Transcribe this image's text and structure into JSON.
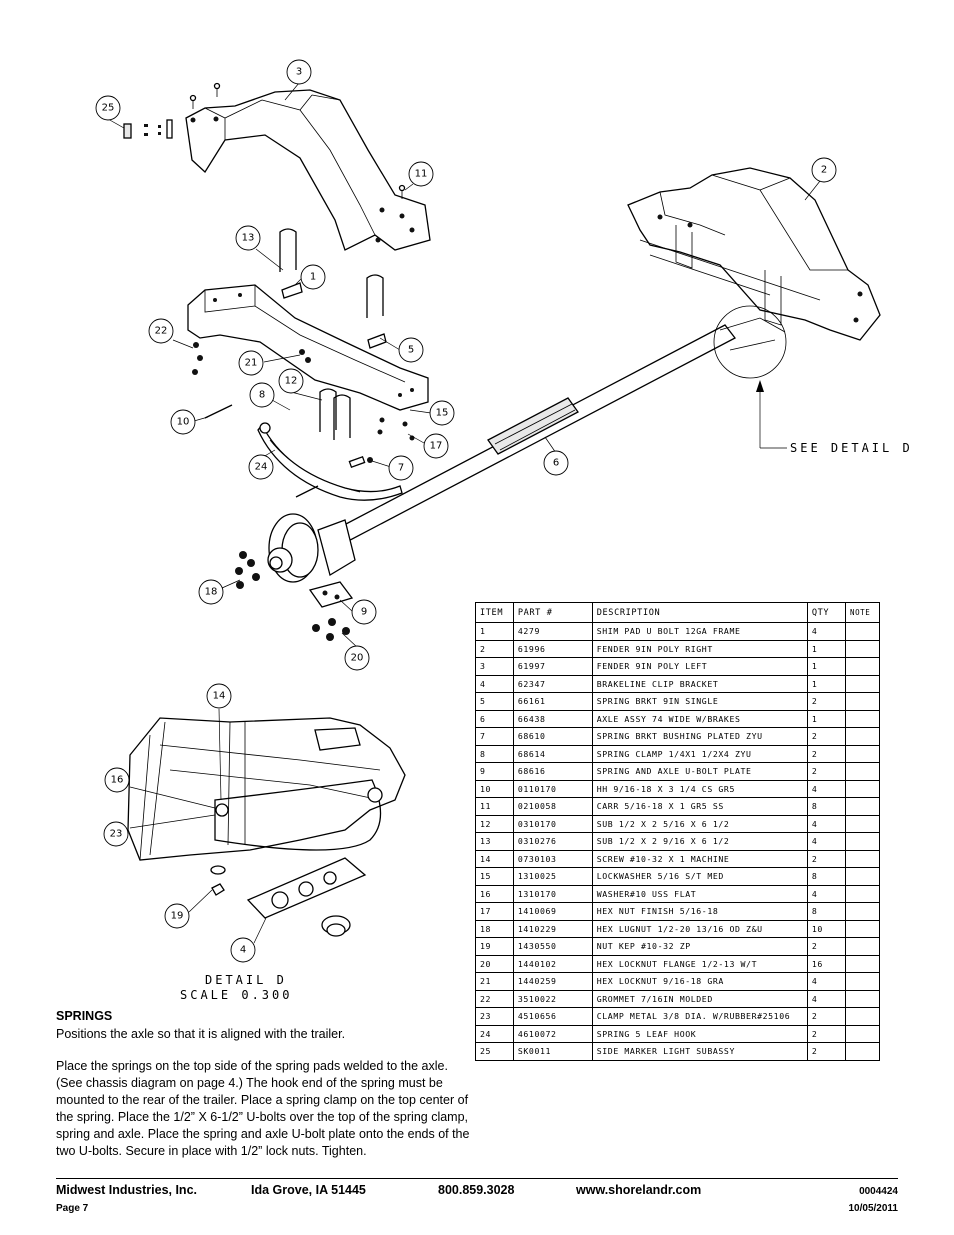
{
  "diagram": {
    "callouts": [
      "25",
      "3",
      "11",
      "2",
      "13",
      "1",
      "22",
      "5",
      "21",
      "12",
      "8",
      "10",
      "15",
      "17",
      "7",
      "24",
      "6",
      "18",
      "9",
      "20",
      "14",
      "16",
      "23",
      "19",
      "4"
    ],
    "see_detail": "SEE DETAIL  D",
    "detail_title": "DETAIL  D",
    "detail_scale": "SCALE  0.300"
  },
  "parts_table": {
    "headers": [
      "ITEM",
      "PART #",
      "DESCRIPTION",
      "QTY",
      "NOTE"
    ],
    "rows": [
      [
        "1",
        "4279",
        "SHIM PAD   U BOLT 12GA FRAME",
        "4",
        ""
      ],
      [
        "2",
        "61996",
        "FENDER  9IN POLY RIGHT",
        "1",
        ""
      ],
      [
        "3",
        "61997",
        "FENDER  9IN POLY LEFT",
        "1",
        ""
      ],
      [
        "4",
        "62347",
        "BRAKELINE CLIP BRACKET",
        "1",
        ""
      ],
      [
        "5",
        "66161",
        "SPRING BRKT   9IN SINGLE",
        "2",
        ""
      ],
      [
        "6",
        "66438",
        "AXLE ASSY 74 WIDE W/BRAKES",
        "1",
        ""
      ],
      [
        "7",
        "68610",
        "SPRING BRKT BUSHING PLATED ZYU",
        "2",
        ""
      ],
      [
        "8",
        "68614",
        "SPRING CLAMP   1/4X1 1/2X4  ZYU",
        "2",
        ""
      ],
      [
        "9",
        "68616",
        "SPRING AND AXLE U-BOLT PLATE",
        "2",
        ""
      ],
      [
        "10",
        "0110170",
        "HH 9/16-18 X 3 1/4 CS GR5",
        "4",
        ""
      ],
      [
        "11",
        "0210058",
        "CARR 5/16-18 X 1 GR5 SS",
        "8",
        ""
      ],
      [
        "12",
        "0310170",
        "SUB 1/2 X 2 5/16 X 6 1/2",
        "4",
        ""
      ],
      [
        "13",
        "0310276",
        "SUB 1/2 X 2 9/16 X 6 1/2",
        "4",
        ""
      ],
      [
        "14",
        "0730103",
        "SCREW #10-32 X 1 MACHINE",
        "2",
        ""
      ],
      [
        "15",
        "1310025",
        "LOCKWASHER 5/16 S/T MED",
        "8",
        ""
      ],
      [
        "16",
        "1310170",
        "WASHER#10 USS FLAT",
        "4",
        ""
      ],
      [
        "17",
        "1410069",
        "HEX NUT FINISH 5/16-18",
        "8",
        ""
      ],
      [
        "18",
        "1410229",
        "HEX LUGNUT 1/2-20 13/16 OD Z&U",
        "10",
        ""
      ],
      [
        "19",
        "1430550",
        "NUT KEP #10-32 ZP",
        "2",
        ""
      ],
      [
        "20",
        "1440102",
        "HEX LOCKNUT FLANGE 1/2-13 W/T",
        "16",
        ""
      ],
      [
        "21",
        "1440259",
        "HEX LOCKNUT 9/16-18 GRA",
        "4",
        ""
      ],
      [
        "22",
        "3510022",
        "GROMMET  7/16IN MOLDED",
        "4",
        ""
      ],
      [
        "23",
        "4510656",
        "CLAMP METAL 3/8 DIA. W/RUBBER#25106",
        "2",
        ""
      ],
      [
        "24",
        "4610072",
        "SPRING  5 LEAF HOOK",
        "2",
        ""
      ],
      [
        "25",
        "SK0011",
        "SIDE MARKER LIGHT SUBASSY",
        "2",
        ""
      ]
    ]
  },
  "springs": {
    "title": "SPRINGS",
    "intro": "Positions the axle so that it is aligned with the trailer.",
    "body": "Place  the springs on the top side of the spring pads welded to the axle. (See chassis diagram on page 4.) The hook end of the spring must be mounted to the rear of the trailer. Place a spring clamp on the top center of the spring. Place the 1/2” X 6-1/2” U-bolts over the top of the spring clamp, spring and axle. Place the spring and axle U-bolt plate onto the ends of the two U-bolts. Secure in place with 1/2” lock nuts. Tighten."
  },
  "footer": {
    "company": "Midwest Industries, Inc.",
    "city": "Ida Grove, IA  51445",
    "phone": "800.859.3028",
    "website": "www.shorelandr.com",
    "doc_number": "0004424",
    "page": "Page 7",
    "date": "10/05/2011"
  }
}
